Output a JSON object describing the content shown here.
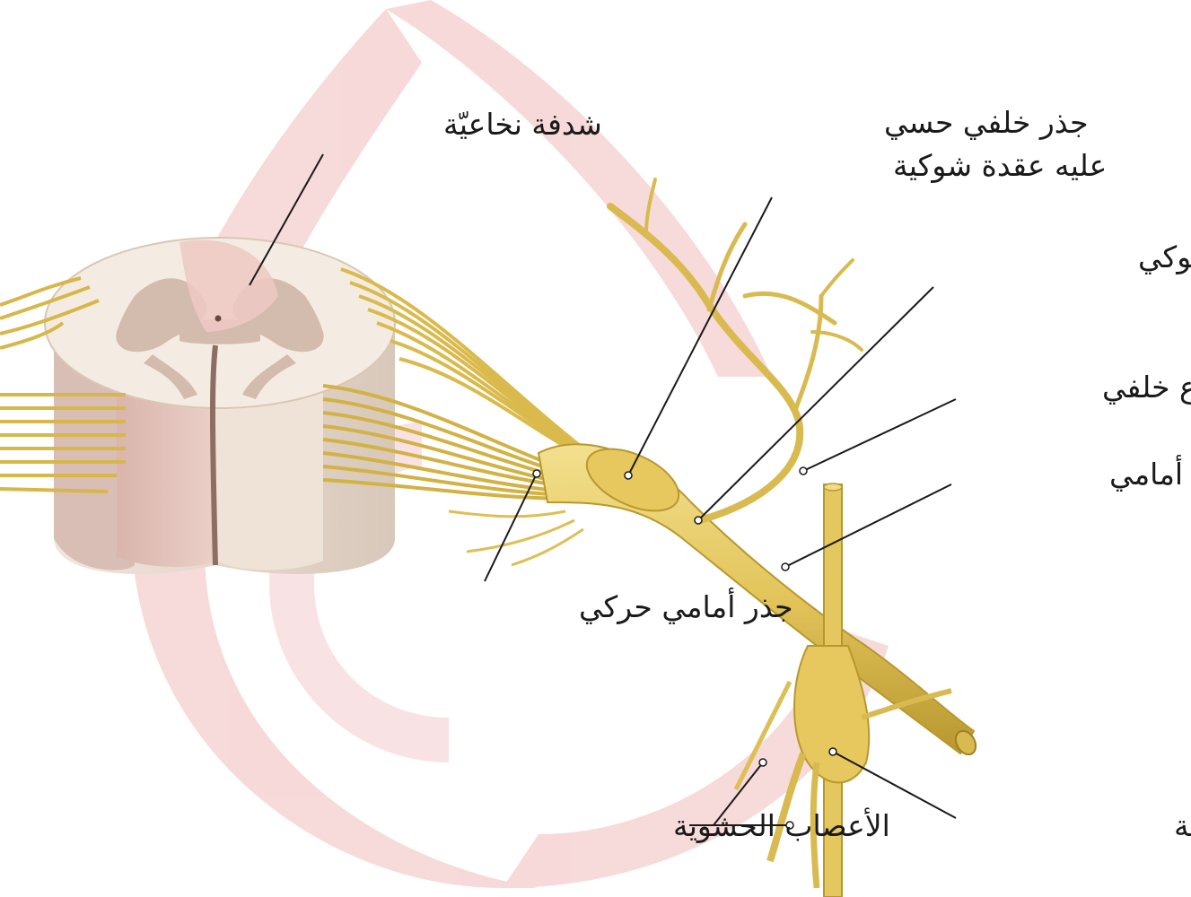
{
  "labels": {
    "gray_commissure": "شدفة نخاعيّة",
    "dorsal_root_line1": "جذر خلفي حسي",
    "dorsal_root_line2": "عليه عقدة شوكية",
    "spinal_nerve": "العصب الشوكي",
    "posterior_ramus": "فرع خلفي",
    "anterior_ramus": "فرع أمامي",
    "ventral_root": "جذر أمامي حركي",
    "visceral_nerves": "الأعصاب الحشوية",
    "autonomic_ganglion": "عقدة ذاتية ودية"
  },
  "colors": {
    "nerve": "#E2C45A",
    "nerve_dark": "#B8982E",
    "nerve_light": "#F3E08E",
    "gray_matter": "#CDB5A6",
    "white_matter": "#F1E8DE",
    "spinal_side": "#E3C4BC",
    "watermark": "#F4C9CB",
    "text": "#1a1a1a"
  },
  "watermark": "logo"
}
